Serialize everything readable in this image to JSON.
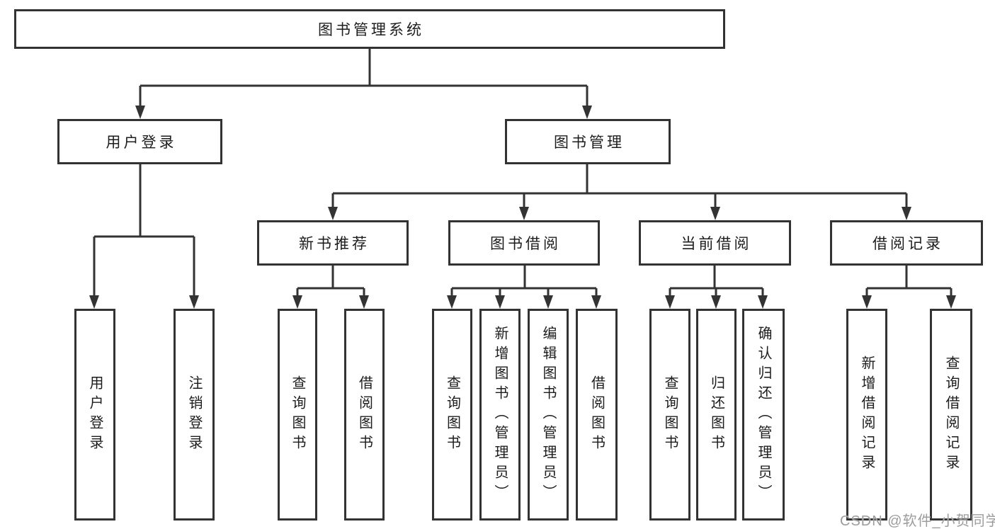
{
  "diagram_title": "图书管理系统",
  "colors": {
    "line": "#333333",
    "box_border": "#333333",
    "text": "#1c1c1c",
    "background": "#ffffff",
    "watermark": "#9c9c9c"
  },
  "watermark": {
    "text": "CSDN @软件_小贺同学"
  },
  "nodes": {
    "root": {
      "label": "图书管理系统"
    },
    "user_login": {
      "label": "用户登录"
    },
    "book_management": {
      "label": "图书管理"
    },
    "new_book_recommend": {
      "label": "新书推荐"
    },
    "book_borrow": {
      "label": "图书借阅"
    },
    "current_borrow": {
      "label": "当前借阅"
    },
    "borrow_records": {
      "label": "借阅记录"
    },
    "ul_user_login": {
      "label": "用户登录"
    },
    "ul_logout": {
      "label": "注销登录"
    },
    "nr_query_books": {
      "label": "查询图书"
    },
    "nr_borrow_books": {
      "label": "借阅图书"
    },
    "bb_query_books": {
      "label": "查询图书"
    },
    "bb_add_books": {
      "label": "新增图书（管理员）"
    },
    "bb_edit_books": {
      "label": "编辑图书（管理员）"
    },
    "bb_borrow_books": {
      "label": "借阅图书"
    },
    "cb_query_books": {
      "label": "查询图书"
    },
    "cb_return_books": {
      "label": "归还图书"
    },
    "cb_confirm_return": {
      "label": "确认归还（管理员）"
    },
    "br_add_record": {
      "label": "新增借阅记录"
    },
    "br_query_record": {
      "label": "查询借阅记录"
    }
  },
  "hierarchy": {
    "图书管理系统": {
      "用户登录": [
        "用户登录",
        "注销登录"
      ],
      "图书管理": {
        "新书推荐": [
          "查询图书",
          "借阅图书"
        ],
        "图书借阅": [
          "查询图书",
          "新增图书（管理员）",
          "编辑图书（管理员）",
          "借阅图书"
        ],
        "当前借阅": [
          "查询图书",
          "归还图书",
          "确认归还（管理员）"
        ],
        "借阅记录": [
          "新增借阅记录",
          "查询借阅记录"
        ]
      }
    }
  }
}
